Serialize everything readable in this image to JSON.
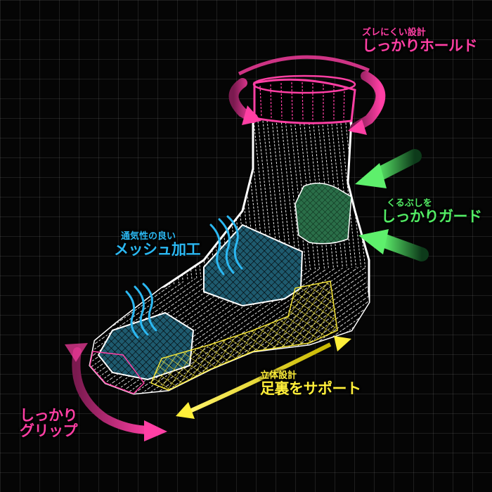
{
  "labels": {
    "hold": {
      "small": "ズレにくい設計",
      "big": "しっかりホールド"
    },
    "guard": {
      "small": "くるぶしを",
      "big": "しっかりガード"
    },
    "mesh": {
      "small": "通気性の良い",
      "big": "メッシュ加工"
    },
    "support": {
      "small": "立体設計",
      "big": "足裏をサポート"
    },
    "grip": {
      "line1": "しっかり",
      "line2": "グリップ"
    }
  },
  "colors": {
    "background": "#050505",
    "pink": "#ff3fa4",
    "green": "#52ec64",
    "blue": "#2bb8f2",
    "yellow": "#ffef3a",
    "sock_outline": "#ffffff",
    "mesh_fill": "#1e5a6e",
    "guard_fill": "#2a6e48"
  },
  "icons": [
    "rotate-arrow-icon",
    "inward-arrow-icon",
    "double-arrow-icon",
    "curved-arrow-icon",
    "air-flow-icon"
  ]
}
